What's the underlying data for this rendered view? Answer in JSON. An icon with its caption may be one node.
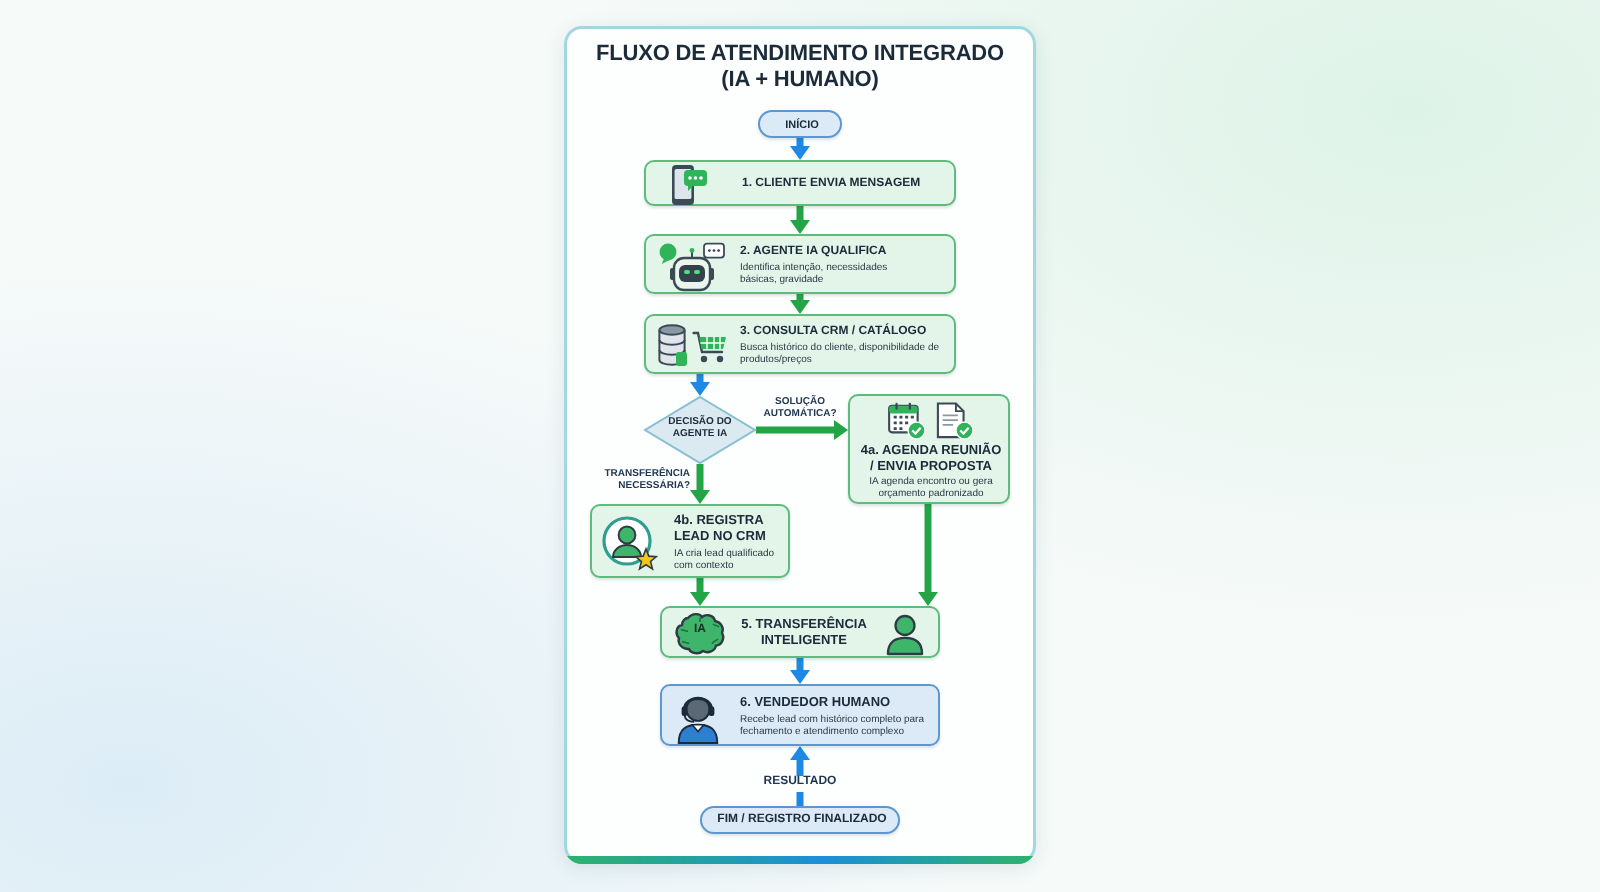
{
  "diagram": {
    "title": "FLUXO DE ATENDIMENTO INTEGRADO (IA + HUMANO)",
    "nodes": [
      {
        "text": [
          "INÍCIO"
        ]
      },
      {
        "text": [
          "1. CLIENTE ENVIA MENSAGEM"
        ]
      },
      {
        "text": [
          "2. AGENTE IA QUALIFICA",
          "Identifica intenção, necessidades básicas, gravidade"
        ]
      },
      {
        "text": [
          "3. CONSULTA CRM / CATÁLOGO",
          "Busca histórico do cliente, disponibilidade de produtos/preços"
        ]
      },
      {
        "text": [
          "DECISÃO DO AGENTE IA"
        ]
      },
      {
        "text": [
          "4a. AGENDA REUNIÃO / ENVIA PROPOSTA",
          "IA agenda encontro ou gera orçamento padronizado"
        ]
      },
      {
        "text": [
          "4b. REGISTRA LEAD NO CRM",
          "IA cria lead qualificado com contexto"
        ]
      },
      {
        "text": [
          "5. TRANSFERÊNCIA INTELIGENTE"
        ]
      },
      {
        "text": [
          "6. VENDEDOR HUMANO",
          "Recebe lead com histórico completo para fechamento e atendimento complexo"
        ]
      },
      {
        "text": [
          "FIM / REGISTRO FINALIZADO"
        ]
      }
    ],
    "edges": [
      {
        "from": 0,
        "to": 1,
        "arrow": "to",
        "color": "#1e88e5"
      },
      {
        "from": 1,
        "to": 2,
        "arrow": "to"
      },
      {
        "from": 2,
        "to": 3,
        "arrow": "to"
      },
      {
        "from": 3,
        "to": 4,
        "arrow": "to",
        "color": "#1e88e5"
      },
      {
        "from": 4,
        "to": 5,
        "arrow": "to",
        "label": "SOLUÇÃO AUTOMÁTICA?"
      },
      {
        "from": 4,
        "to": 6,
        "arrow": "to",
        "label": "TRANSFERÊNCIA NECESSÁRIA?"
      },
      {
        "from": 6,
        "to": 7,
        "arrow": "to"
      },
      {
        "from": 5,
        "to": 7,
        "arrow": "to"
      },
      {
        "from": 7,
        "to": 8,
        "arrow": "to",
        "color": "#1e88e5"
      },
      {
        "from": 9,
        "to": 8,
        "arrow": "to",
        "label": "RESULTADO",
        "color": "#1e88e5"
      }
    ],
    "labels": [
      "IA"
    ]
  }
}
